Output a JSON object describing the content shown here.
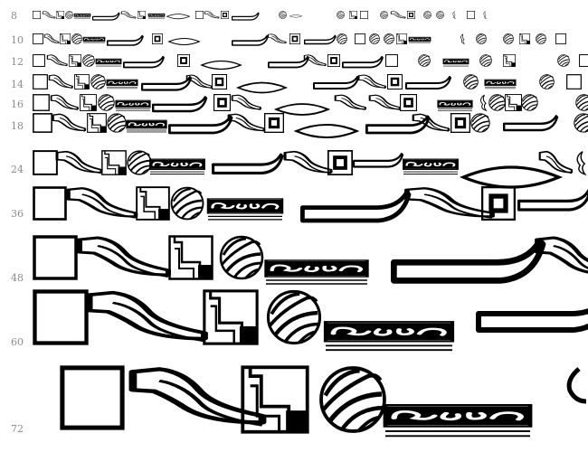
{
  "sizes": [
    "8",
    "10",
    "12",
    "14",
    "16",
    "18",
    "24",
    "36",
    "48",
    "60",
    "72"
  ],
  "colors": {
    "ink": "#000000",
    "label": "#8a8a8a",
    "background": "#ffffff"
  },
  "glyph_sequence": [
    "frame-square-glyph",
    "swoosh-glyph",
    "corner-square-glyph",
    "swirl-circle-glyph",
    "ornament-band-glyph",
    "long-dash-glyph",
    "square-in-square-glyph",
    "lens-glyph",
    "corner-ornament-glyph",
    "crescent-glyph"
  ]
}
